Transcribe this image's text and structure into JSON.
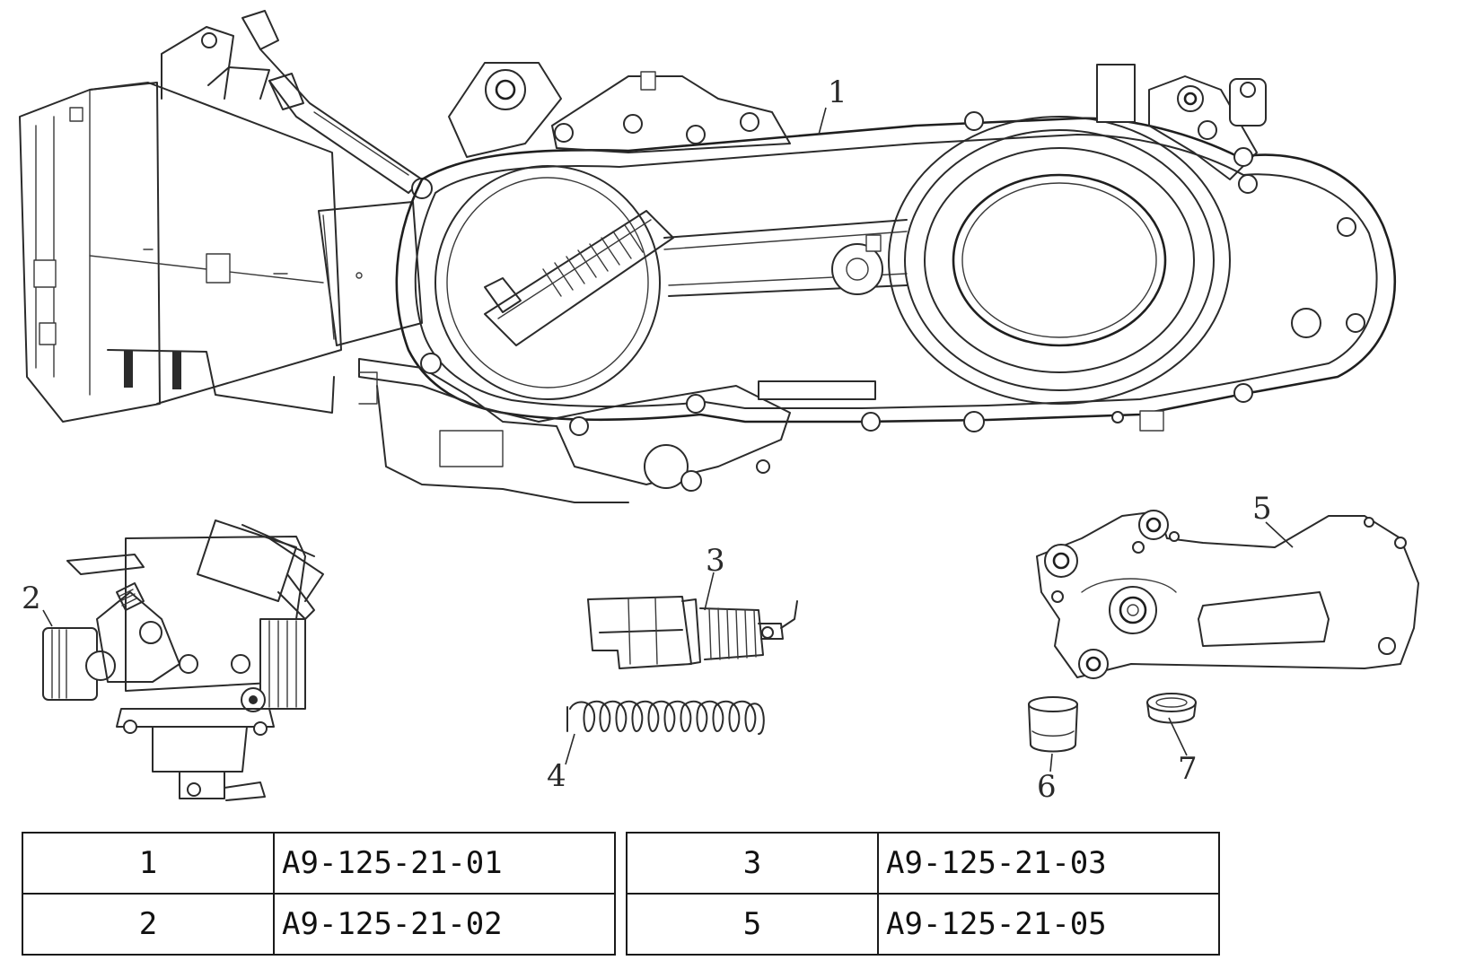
{
  "callouts": [
    {
      "id": "1",
      "label": "1"
    },
    {
      "id": "2",
      "label": "2"
    },
    {
      "id": "3",
      "label": "3"
    },
    {
      "id": "4",
      "label": "4"
    },
    {
      "id": "5",
      "label": "5"
    },
    {
      "id": "6",
      "label": "6"
    },
    {
      "id": "7",
      "label": "7"
    }
  ],
  "parts_table": {
    "left": [
      {
        "no": "1",
        "code": "A9-125-21-01"
      },
      {
        "no": "2",
        "code": "A9-125-21-02"
      }
    ],
    "right": [
      {
        "no": "3",
        "code": "A9-125-21-03"
      },
      {
        "no": "5",
        "code": "A9-125-21-05"
      }
    ]
  }
}
